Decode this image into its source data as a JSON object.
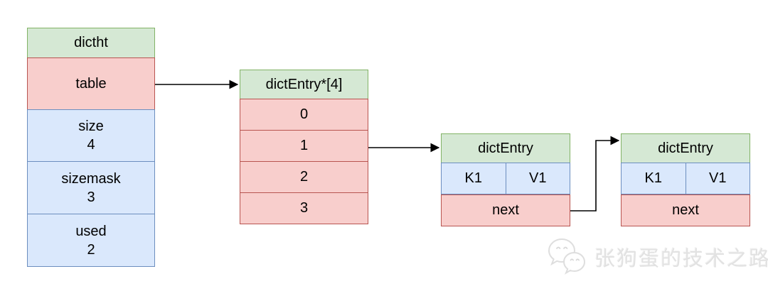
{
  "dictht": {
    "title": "dictht",
    "table_row": {
      "label": "table"
    },
    "size_row": {
      "label": "size",
      "value": "4"
    },
    "sizemask_row": {
      "label": "sizemask",
      "value": "3"
    },
    "used_row": {
      "label": "used",
      "value": "2"
    }
  },
  "bucket_array": {
    "title": "dictEntry*[4]",
    "slots": [
      "0",
      "1",
      "2",
      "3"
    ]
  },
  "entries": [
    {
      "title": "dictEntry",
      "key": "K1",
      "value": "V1",
      "next": "next"
    },
    {
      "title": "dictEntry",
      "key": "K1",
      "value": "V1",
      "next": "next"
    }
  ],
  "watermark": {
    "icon": "wechat-bubbles-icon",
    "text": "张狗蛋的技术之路"
  },
  "colors": {
    "header_fill": "#d5e8d4",
    "header_stroke": "#82b366",
    "pointer_fill": "#f8cecc",
    "pointer_stroke": "#b85450",
    "value_fill": "#dae8fc",
    "value_stroke": "#6c8ebf",
    "arrow": "#000000",
    "watermark_text": "#e2e2e2"
  }
}
